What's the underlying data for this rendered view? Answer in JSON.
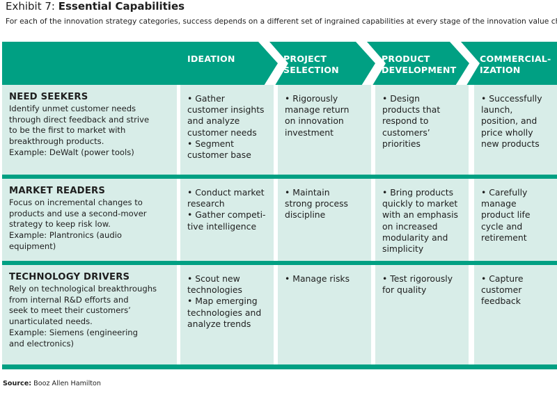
{
  "title": {
    "prefix": "Exhibit 7: ",
    "main": "Essential Capabilities"
  },
  "subtitle": "For each of the innovation strategy categories, success depends on a different set of ingrained capabilities at every stage of the innovation value chain.",
  "columns": [
    {
      "lines": [
        "IDEATION"
      ]
    },
    {
      "lines": [
        "PROJECT",
        "SELECTION"
      ]
    },
    {
      "lines": [
        "PRODUCT",
        "DEVELOPMENT"
      ]
    },
    {
      "lines": [
        "COMMERCIAL-",
        "IZATION"
      ]
    }
  ],
  "rows": [
    {
      "title": "NEED SEEKERS",
      "description_lines": [
        "Identify unmet customer needs",
        "through direct feedback and strive",
        "to be the first to market with",
        "breakthrough products.",
        "Example: DeWalt (power tools)"
      ],
      "cells": [
        [
          "• Gather",
          "customer insights",
          "and analyze",
          "customer needs",
          "• Segment",
          "customer base"
        ],
        [
          "• Rigorously",
          "manage return",
          "on innovation",
          "investment"
        ],
        [
          "• Design",
          "products that",
          "respond to",
          "customers’",
          "priorities"
        ],
        [
          "• Successfully",
          "launch,",
          "position, and",
          "price wholly",
          "new products"
        ]
      ]
    },
    {
      "title": "MARKET READERS",
      "description_lines": [
        "Focus on incremental changes to",
        "products and use a second-mover",
        "strategy to keep risk low.",
        "Example: Plantronics (audio",
        "equipment)"
      ],
      "cells": [
        [
          "• Conduct market",
          "research",
          "• Gather competi-",
          "tive intelligence"
        ],
        [
          "• Maintain",
          "strong process",
          "discipline"
        ],
        [
          "• Bring products",
          "quickly to market",
          "with an emphasis",
          "on increased",
          "modularity and",
          "simplicity"
        ],
        [
          "• Carefully",
          "manage",
          "product life",
          "cycle and",
          "retirement"
        ]
      ]
    },
    {
      "title": "TECHNOLOGY DRIVERS",
      "description_lines": [
        "Rely on technological breakthroughs",
        "from internal R&D efforts and",
        "seek to meet their customers’",
        "unarticulated needs.",
        "Example: Siemens (engineering",
        "and electronics)"
      ],
      "cells": [
        [
          "• Scout new",
          "technologies",
          "• Map emerging",
          "technologies and",
          "analyze trends"
        ],
        [
          "• Manage risks"
        ],
        [
          "• Test rigorously",
          "for quality"
        ],
        [
          "• Capture",
          "customer",
          "feedback"
        ]
      ]
    }
  ],
  "source": {
    "label": "Source:",
    "text": " Booz Allen Hamilton"
  },
  "colors": {
    "accent": "#00a083",
    "cell": "#d8ede8"
  }
}
